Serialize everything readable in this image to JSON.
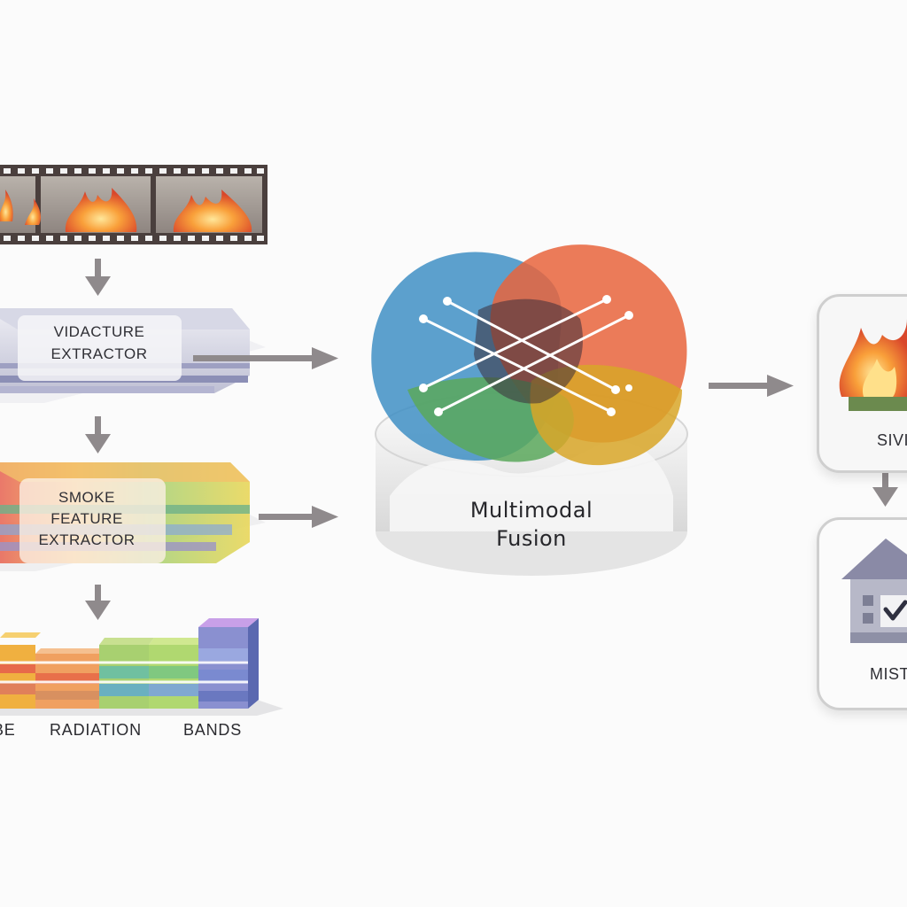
{
  "pipeline": {
    "video_stage": {
      "label_line1": "VIDACTURE",
      "label_line2": "EXTRACTOR"
    },
    "smoke_stage": {
      "label_line1": "SMOKE",
      "label_line2": "FEATURE",
      "label_line3": "EXTRACTOR"
    },
    "bands_stage": {
      "labels": [
        "BE",
        "RADIATION",
        "BANDS"
      ]
    }
  },
  "fusion": {
    "label_line1": "Multimodal",
    "label_line2": "Fusion"
  },
  "outputs": [
    {
      "label": "SIVI",
      "icon": "fire-icon"
    },
    {
      "label": "MIST",
      "icon": "house-check-icon"
    }
  ],
  "colors": {
    "arrow": "#8f8a8c",
    "fusion_blue": "#3f8fc4",
    "fusion_orange": "#e8643c",
    "fusion_green": "#5aa85c",
    "fusion_yellow": "#d8a628"
  }
}
